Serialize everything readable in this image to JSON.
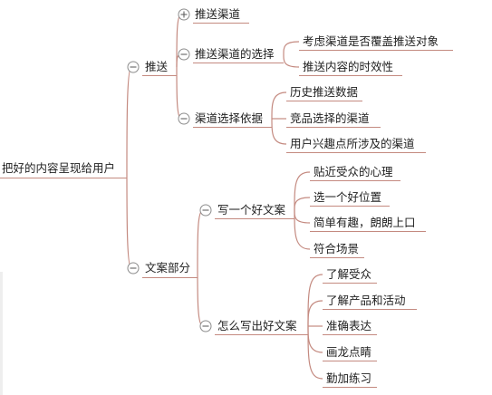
{
  "mindmap": {
    "root": "把好的内容呈现给用户",
    "branches": [
      {
        "label": "推送",
        "children": [
          {
            "label": "推送渠道",
            "collapsed": true,
            "children": []
          },
          {
            "label": "推送渠道的选择",
            "children": [
              {
                "label": "考虑渠道是否覆盖推送对象"
              },
              {
                "label": "推送内容的时效性"
              }
            ]
          },
          {
            "label": "渠道选择依据",
            "children": [
              {
                "label": "历史推送数据"
              },
              {
                "label": "竞品选择的渠道"
              },
              {
                "label": "用户兴趣点所涉及的渠道"
              }
            ]
          }
        ]
      },
      {
        "label": "文案部分",
        "children": [
          {
            "label": "写一个好文案",
            "children": [
              {
                "label": "贴近受众的心理"
              },
              {
                "label": "选一个好位置"
              },
              {
                "label": "简单有趣，朗朗上口"
              },
              {
                "label": "符合场景"
              }
            ]
          },
          {
            "label": "怎么写出好文案",
            "children": [
              {
                "label": "了解受众"
              },
              {
                "label": "了解产品和活动"
              },
              {
                "label": "准确表达"
              },
              {
                "label": "画龙点睛"
              },
              {
                "label": "勤加练习"
              }
            ]
          }
        ]
      }
    ],
    "colors": {
      "connector": "#c48a80",
      "toggle_border": "#8c8c8c",
      "text": "#1f1f1f"
    }
  }
}
